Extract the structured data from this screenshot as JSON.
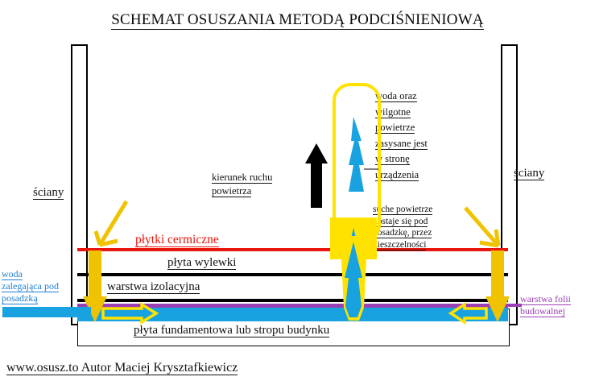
{
  "title": "SCHEMAT OSUSZANIA METODĄ PODCIŚNIENIOWĄ",
  "credit": "www.osusz.to  Autor Maciej Krysztafkiewicz",
  "walls": {
    "left_label": "ściany",
    "right_label": "ściany"
  },
  "floor_layers": [
    {
      "id": "tiles",
      "label": "płytki cermiczne",
      "color": "#e8160c"
    },
    {
      "id": "screed",
      "label": "płyta wylewki",
      "color": "#000000"
    },
    {
      "id": "insulation",
      "label": "warstwa izolacyjna",
      "color": "#000000"
    },
    {
      "id": "foil",
      "label": "warstwa folii budowalnej",
      "color": "#9b3fb5"
    },
    {
      "id": "water",
      "label": "woda zalegająca pod posadzką",
      "color": "#18a3e0"
    },
    {
      "id": "foundation",
      "label": "płyta fundamentowa lub stropu budynku",
      "color": "#000000"
    }
  ],
  "notes": {
    "water_left": [
      "woda ",
      "zalegająca pod ",
      "posadzką"
    ],
    "foil_right": [
      "warstwa folii ",
      "budowalnej"
    ],
    "air_direction": [
      "kierunek ruchu ",
      "powietrza"
    ],
    "suction": [
      "woda oraz ",
      "wilgotne ",
      "powietrze ",
      "zasysane jest ",
      "w stronę ",
      "urządzenia"
    ],
    "dry_air": [
      "suche powietrze ",
      "dostaje się pod ",
      "posadzkę, przez ",
      "nieszczelności"
    ]
  },
  "colors": {
    "yellow": "#ffe200",
    "yellow_dark": "#f0c300",
    "blue": "#18a3e0",
    "red": "#e8160c",
    "purple": "#9b3fb5",
    "black": "#000000"
  }
}
